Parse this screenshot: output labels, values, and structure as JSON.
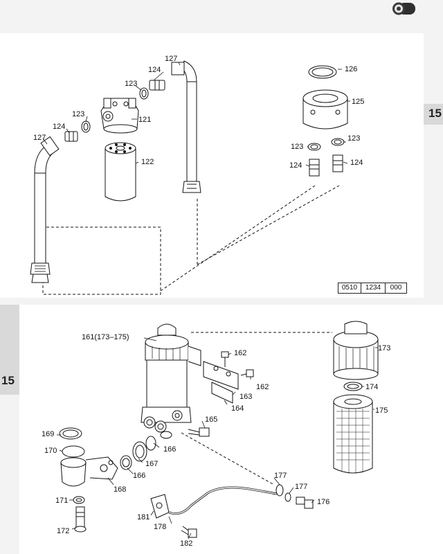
{
  "colors": {
    "background": "#f3f3f3",
    "sheet": "#ffffff",
    "tab": "#d9d9d9",
    "ink": "#111111"
  },
  "section_tab": {
    "top": "15",
    "bottom": "15"
  },
  "reference_number": [
    "0510",
    "1234",
    "000"
  ],
  "logo_icon": "oil-filter-roll-icon",
  "upper_labels": {
    "l127a": "127",
    "l124a": "124",
    "l123a": "123",
    "l123b": "123",
    "l124b": "124",
    "l127b": "127",
    "l121": "121",
    "l122": "122",
    "l126": "126",
    "l125": "125",
    "l123c": "123",
    "l123d": "123",
    "l124c": "124",
    "l124d": "124"
  },
  "lower_labels": {
    "l161": "161(173–175)",
    "l162a": "162",
    "l162b": "162",
    "l163": "163",
    "l164": "164",
    "l165": "165",
    "l166a": "166",
    "l166b": "166",
    "l167": "167",
    "l168": "168",
    "l169": "169",
    "l170": "170",
    "l171": "171",
    "l172": "172",
    "l173": "173",
    "l174": "174",
    "l175": "175",
    "l176": "176",
    "l177a": "177",
    "l177b": "177",
    "l178": "178",
    "l181": "181",
    "l182": "182"
  }
}
